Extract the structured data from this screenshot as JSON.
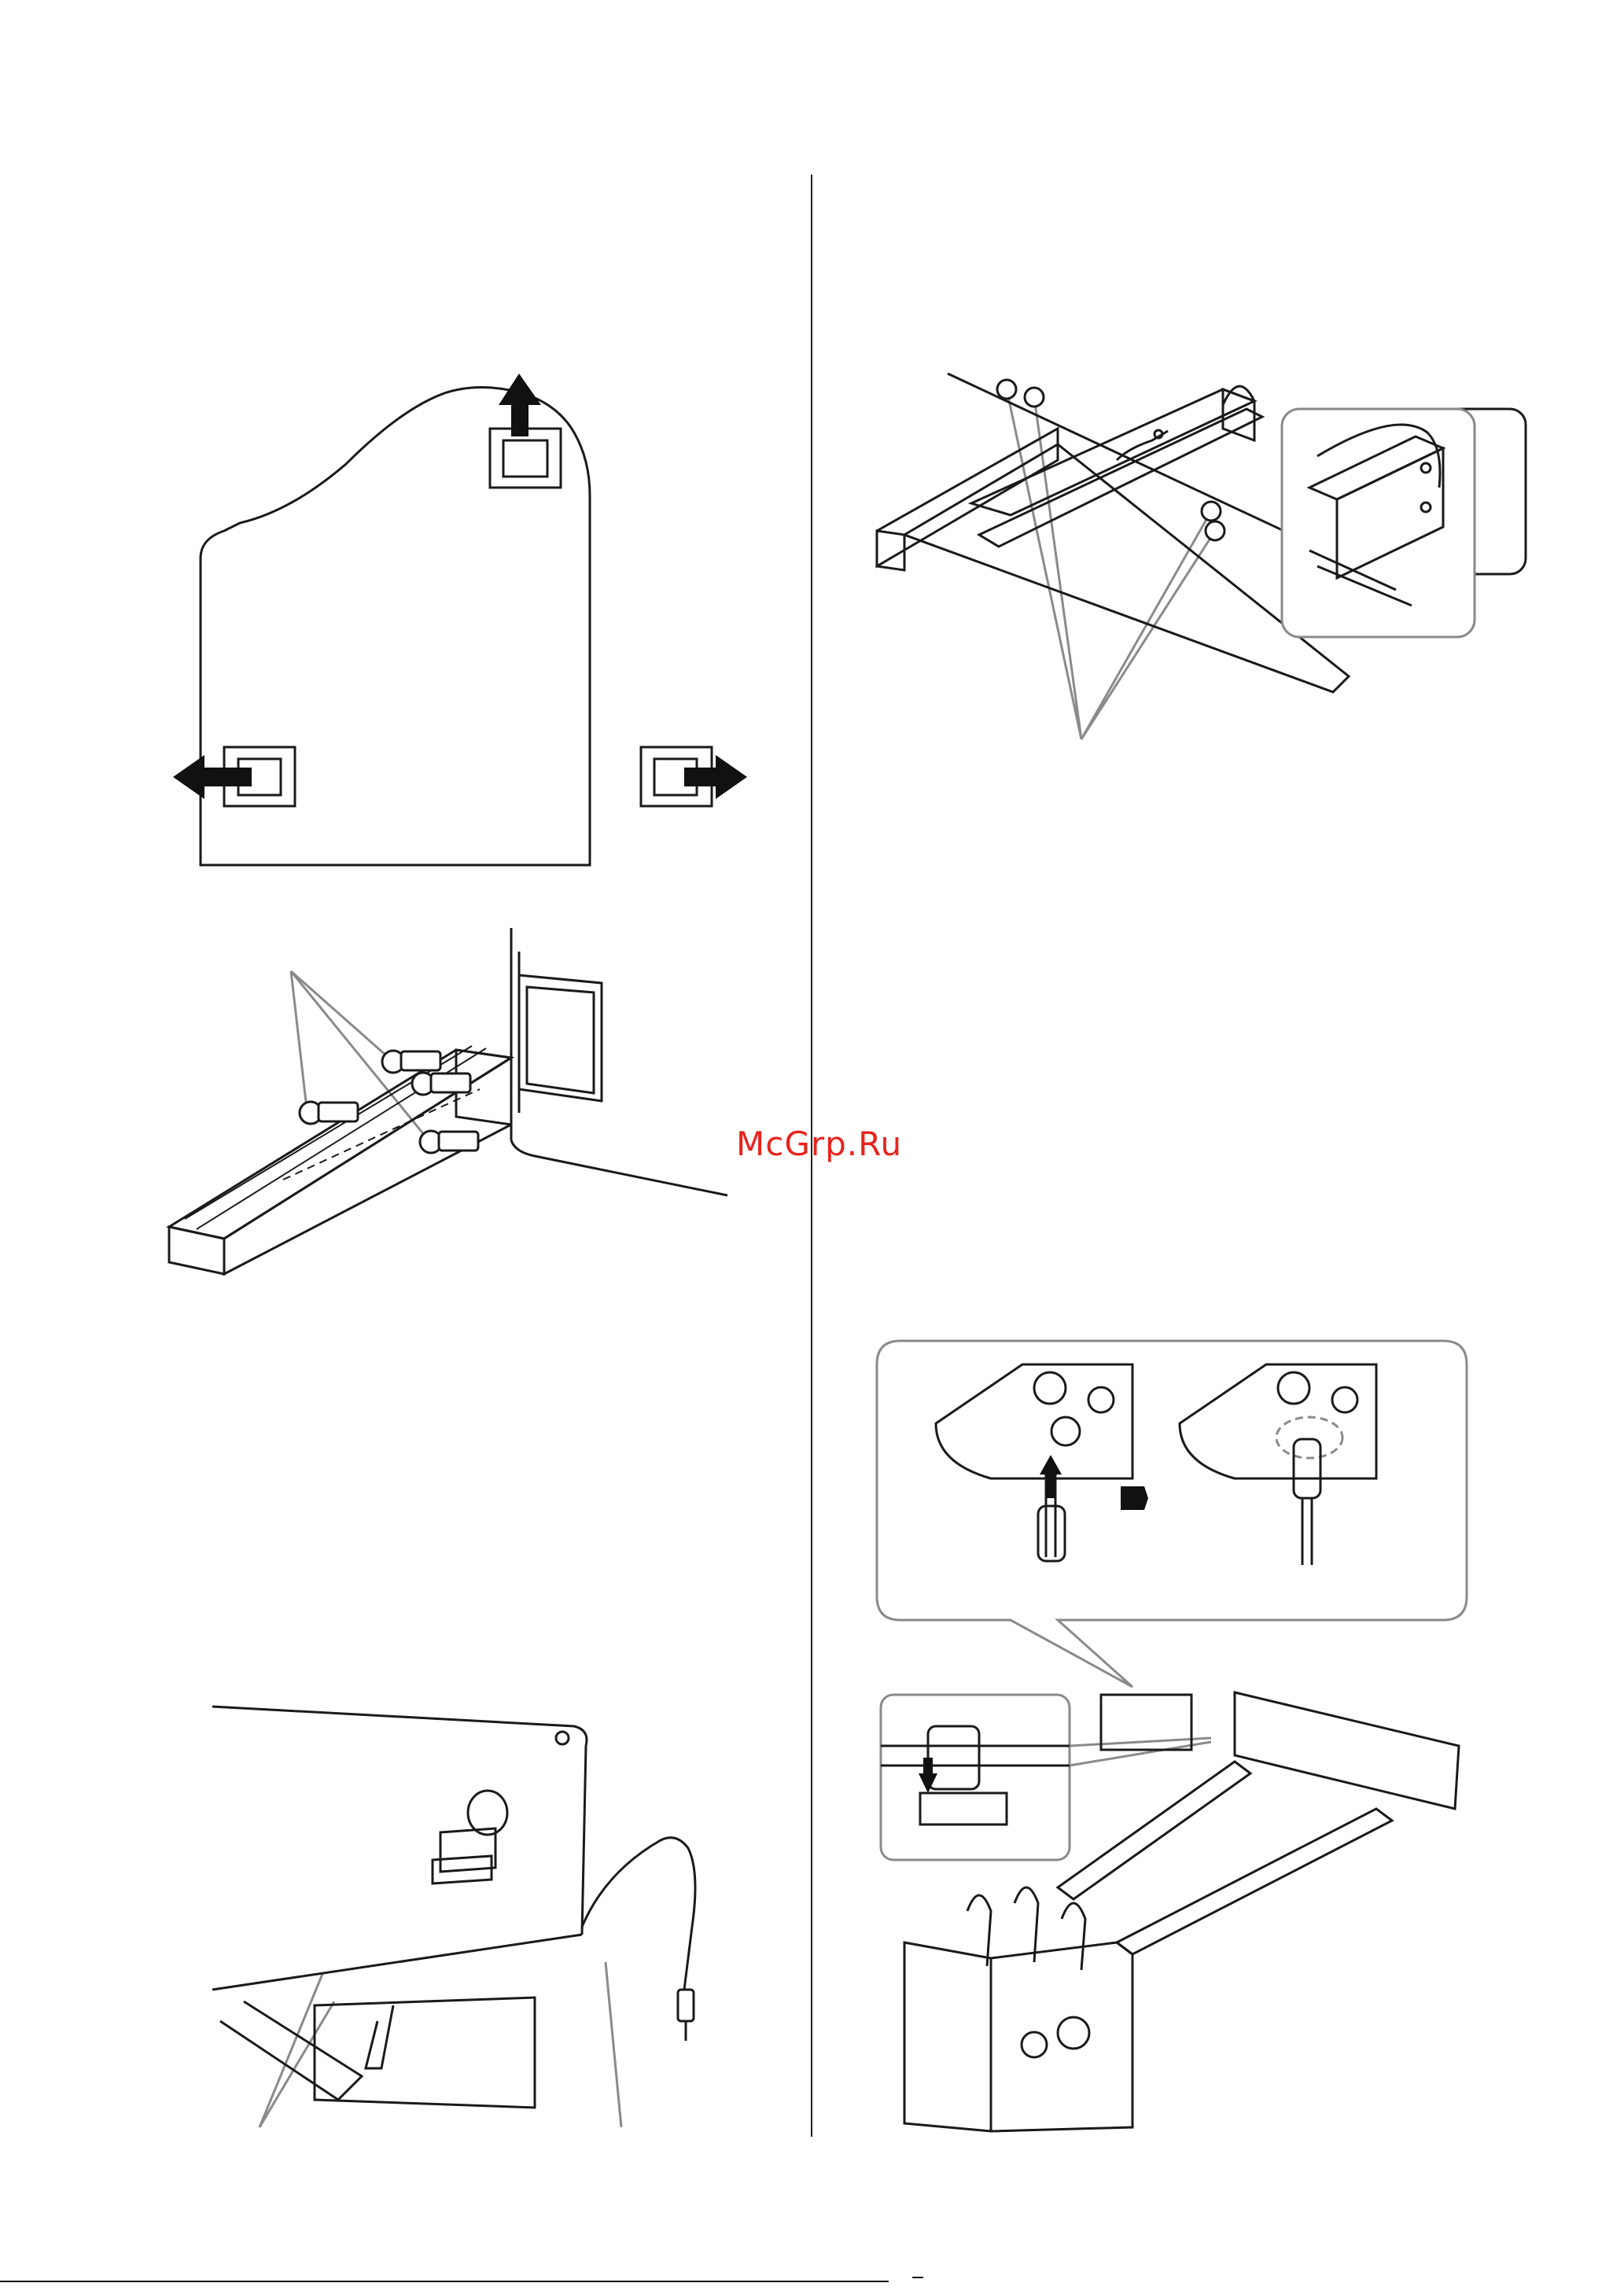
{
  "watermark": {
    "text": "McGrp.Ru"
  },
  "colors": {
    "line": "#1a1a1a",
    "callout": "#8a8a8a",
    "watermark": "#e8231d",
    "background": "#ffffff"
  },
  "figures": [
    {
      "id": "fig-piano-top-view",
      "icon": "piano-outline-with-arrows"
    },
    {
      "id": "fig-leg-screws",
      "icon": "leg-attachment-screws"
    },
    {
      "id": "fig-pedal-frame-screws",
      "icon": "pedal-unit-screws-with-inset"
    },
    {
      "id": "fig-cable-holders",
      "icon": "pedal-cord-holders"
    },
    {
      "id": "fig-pedal-cord-connection",
      "icon": "pedal-cord-plug-connection"
    }
  ]
}
